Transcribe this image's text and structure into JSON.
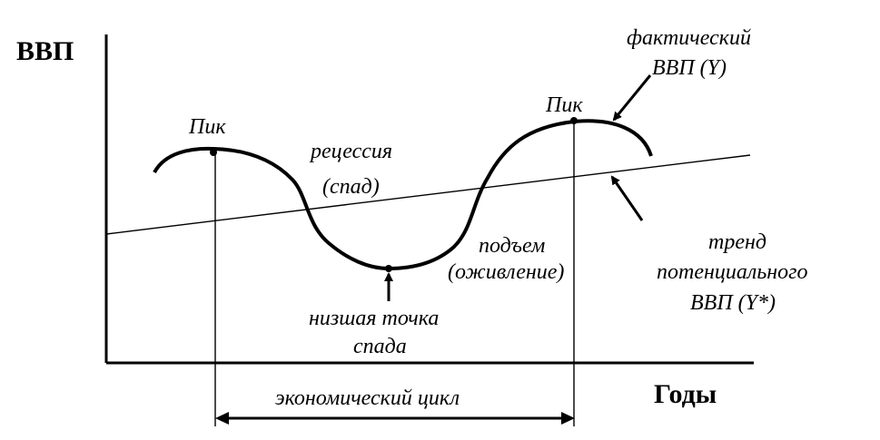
{
  "diagram": {
    "axis_y_label": "ВВП",
    "axis_x_label": "Годы",
    "peak_left_label": "Пик",
    "peak_right_label": "Пик",
    "recession_label_line1": "рецессия",
    "recession_label_line2": "(спад)",
    "recovery_label_line1": "подъем",
    "recovery_label_line2": "(оживление)",
    "trough_label_line1": "низшая точка",
    "trough_label_line2": "спада",
    "actual_gdp_label_line1": "фактический",
    "actual_gdp_label_line2": "ВВП (Y)",
    "trend_label_line1": "тренд",
    "trend_label_line2": "потенциального",
    "trend_label_line3": "ВВП (Y*)",
    "cycle_label": "экономический цикл"
  }
}
